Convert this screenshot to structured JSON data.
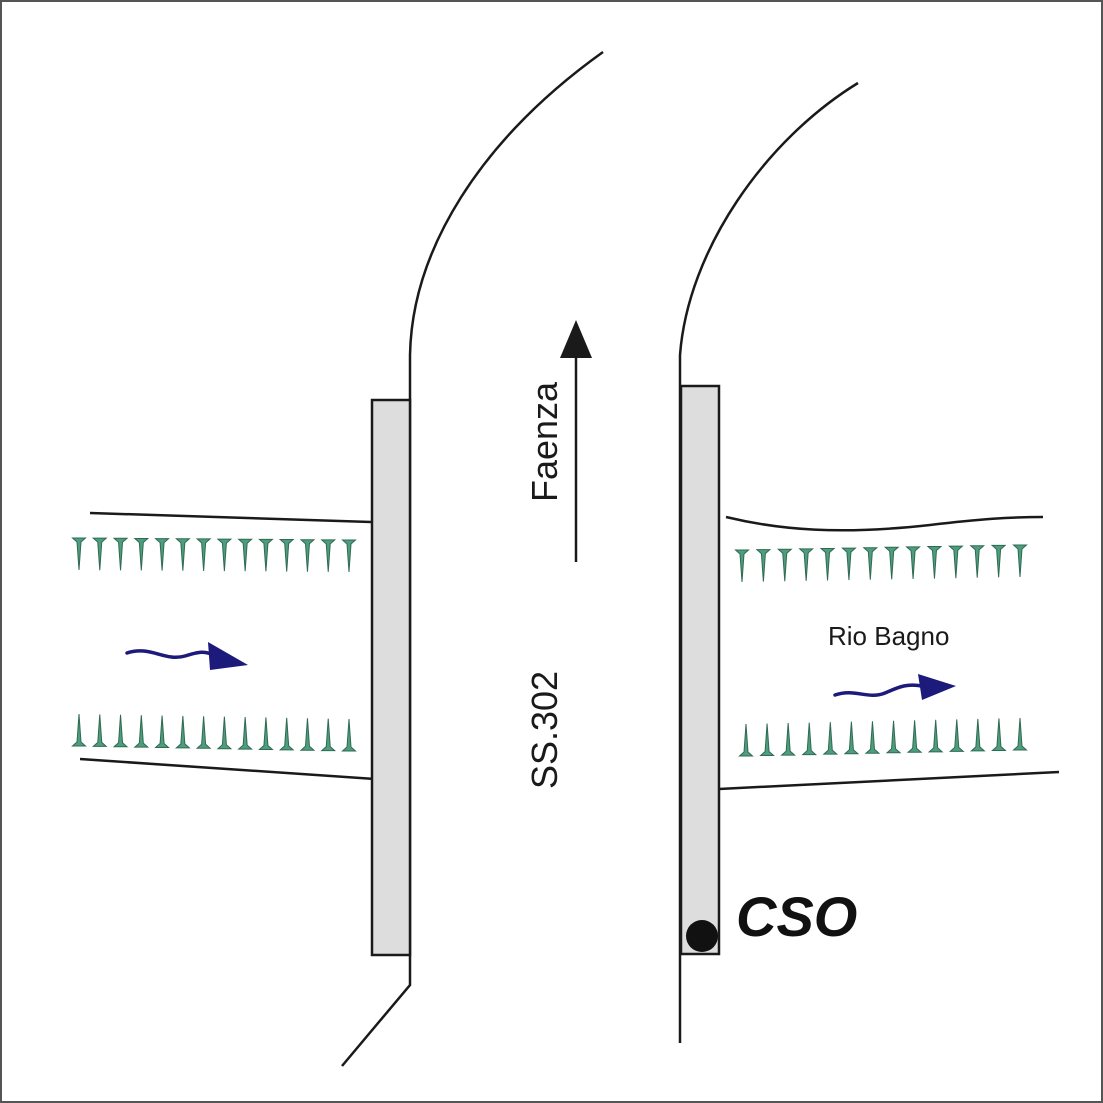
{
  "labels": {
    "direction": "Faenza",
    "road": "SS.302",
    "river": "Rio Bagno",
    "cso": "CSO"
  },
  "colors": {
    "line": "#1a1a1a",
    "bridge_fill": "#dddddd",
    "vegetation": "#4f9c7f",
    "vegetation_stroke": "#2e6b52",
    "flow_arrow": "#1c1a7a",
    "cso_marker": "#111111"
  },
  "icons": {
    "vegetation": "grass-tuft-icon",
    "flow": "wavy-flow-arrow-icon",
    "direction": "north-arrow-icon",
    "cso": "filled-dot-icon"
  }
}
